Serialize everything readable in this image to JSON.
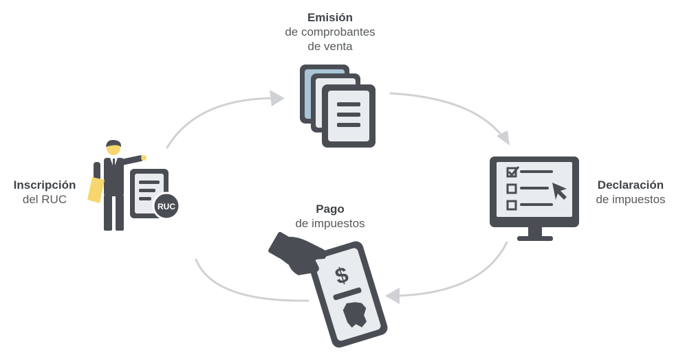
{
  "steps": {
    "emision": {
      "title": "Emisión",
      "subtitle_1": "de comprobantes",
      "subtitle_2": "de venta"
    },
    "inscripcion": {
      "title": "Inscripción",
      "subtitle": "del RUC"
    },
    "declaracion": {
      "title": "Declaración",
      "subtitle": "de impuestos"
    },
    "pago": {
      "title": "Pago",
      "subtitle": "de impuestos"
    }
  },
  "badge": {
    "ruc": "RUC"
  },
  "receipt": {
    "currency": "$"
  },
  "colors": {
    "icon_dark": "#4a4e54",
    "arrow": "#cfd1d4",
    "accent_yellow": "#f5d76e",
    "accent_blue": "#a9c4d6",
    "text_dark": "#3f4449",
    "text_light": "#555a5e"
  },
  "icons": [
    "businessman-icon",
    "ruc-document-icon",
    "stacked-documents-icon",
    "monitor-checklist-icon",
    "hand-receipt-icon"
  ]
}
